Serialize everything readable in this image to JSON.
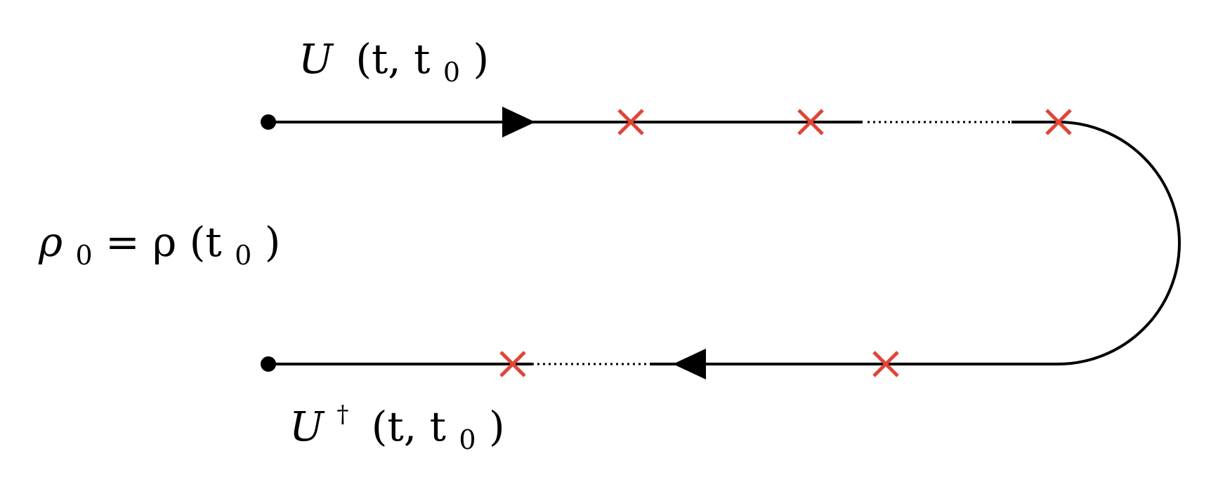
{
  "labels": {
    "forward": {
      "base": "U",
      "args": "(t, t",
      "sub": "0",
      "close": ")"
    },
    "backward": {
      "base": "U",
      "sup": "†",
      "args": "(t, t",
      "sub": "0",
      "close": ")"
    },
    "initial": {
      "rho": "ρ",
      "sub": "0",
      "eq": " = ρ (t",
      "sub2": "0",
      "close": ")"
    }
  },
  "colors": {
    "line": "#000000",
    "marker": "#e04535"
  },
  "icons": {
    "start_points": "filled-dot",
    "direction": "triangle-arrow",
    "insertions": "x-cross"
  }
}
